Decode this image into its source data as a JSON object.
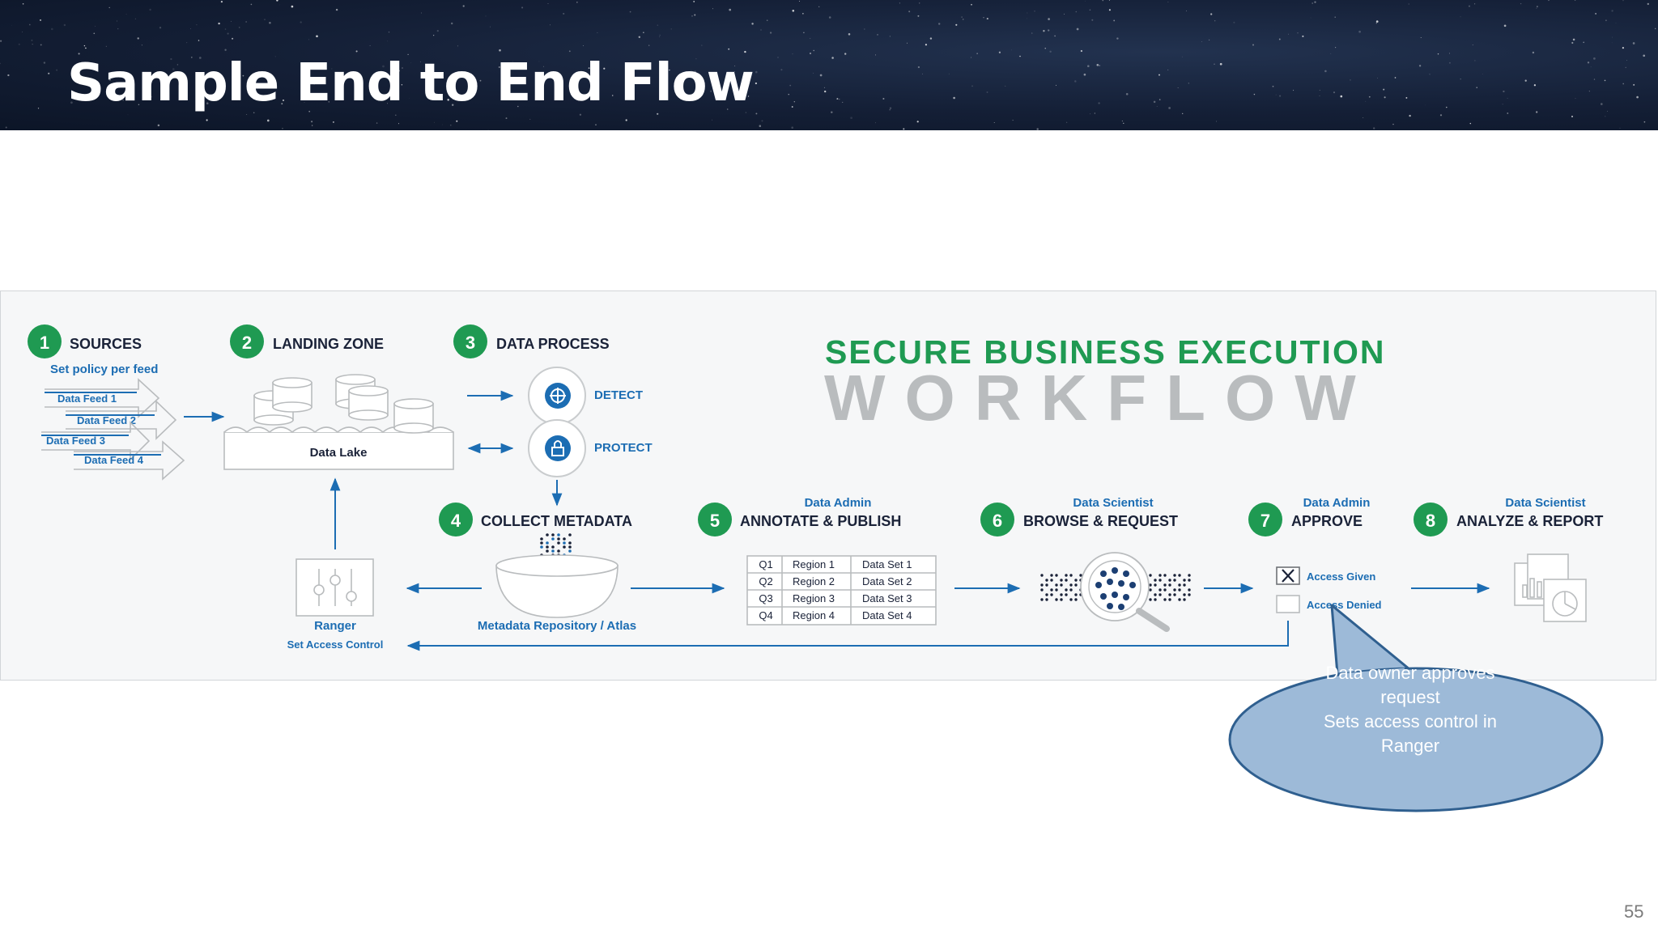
{
  "slide": {
    "title": "Sample End to End Flow",
    "page_number": "55"
  },
  "workflow": {
    "title_line1": "SECURE BUSINESS EXECUTION",
    "title_line2": "WORKFLOW",
    "steps": [
      {
        "num": "1",
        "label": "SOURCES",
        "sub": "Set policy per feed"
      },
      {
        "num": "2",
        "label": "LANDING ZONE"
      },
      {
        "num": "3",
        "label": "DATA PROCESS"
      },
      {
        "num": "4",
        "label": "COLLECT METADATA"
      },
      {
        "num": "5",
        "label": "ANNOTATE & PUBLISH",
        "role": "Data Admin"
      },
      {
        "num": "6",
        "label": "BROWSE & REQUEST",
        "role": "Data Scientist"
      },
      {
        "num": "7",
        "label": "APPROVE",
        "role": "Data Admin"
      },
      {
        "num": "8",
        "label": "ANALYZE & REPORT",
        "role": "Data Scientist"
      }
    ],
    "feeds": [
      "Data Feed 1",
      "Data Feed 2",
      "Data Feed 3",
      "Data Feed 4"
    ],
    "data_lake": "Data Lake",
    "detect": "DETECT",
    "protect": "PROTECT",
    "repository": "Metadata Repository / Atlas",
    "ranger": "Ranger",
    "ranger_sub": "Set Access Control",
    "table": [
      [
        "Q1",
        "Region 1",
        "Data Set 1"
      ],
      [
        "Q2",
        "Region 2",
        "Data Set 2"
      ],
      [
        "Q3",
        "Region 3",
        "Data Set 3"
      ],
      [
        "Q4",
        "Region 4",
        "Data Set 4"
      ]
    ],
    "access_given": "Access Given",
    "access_denied": "Access Denied"
  },
  "callout": {
    "lines": [
      "Data owner approves",
      "request",
      "Sets access control in",
      "Ranger"
    ]
  },
  "colors": {
    "green": "#1f9a52",
    "blue": "#1c6db3",
    "navy": "#1a2238",
    "grey_text": "#b9bcbe",
    "callout_fill": "#9dbad8",
    "callout_stroke": "#2f5f8f"
  }
}
